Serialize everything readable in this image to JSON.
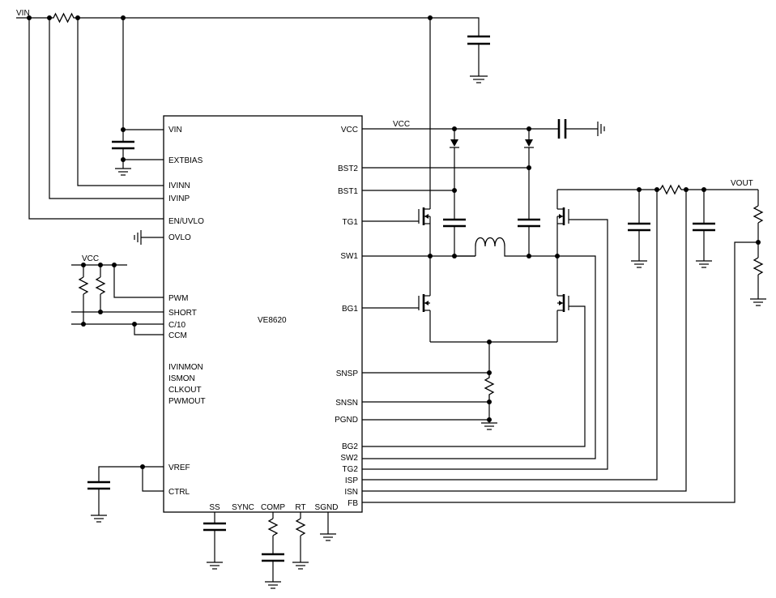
{
  "chip": {
    "name": "VE8620",
    "left_pins": [
      "VIN",
      "EXTBIAS",
      "IVINN",
      "IVINP",
      "EN/UVLO",
      "OVLO",
      "PWM",
      "SHORT",
      "C/10",
      "CCM",
      "IVINMON",
      "ISMON",
      "CLKOUT",
      "PWMOUT",
      "VREF",
      "CTRL"
    ],
    "right_pins": [
      "VCC",
      "BST2",
      "BST1",
      "TG1",
      "SW1",
      "BG1",
      "SNSP",
      "SNSN",
      "PGND",
      "BG2",
      "SW2",
      "TG2",
      "ISP",
      "ISN",
      "FB"
    ],
    "bottom_pins": [
      "SS",
      "SYNC",
      "COMP",
      "RT",
      "SGND"
    ]
  },
  "nets": {
    "vin": "VIN",
    "vcc_top": "VCC",
    "vcc_left": "VCC",
    "vout": "VOUT"
  }
}
